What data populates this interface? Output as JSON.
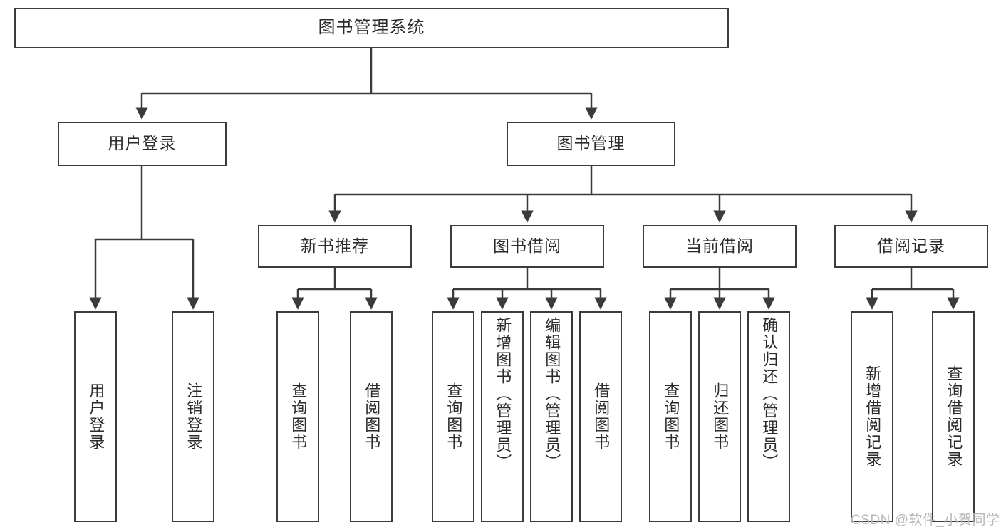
{
  "diagram": {
    "title": "图书管理系统",
    "type": "function-structure-tree",
    "nodes": {
      "root": {
        "label": "图书管理系统"
      },
      "level2": [
        {
          "id": "user-login",
          "label": "用户登录"
        },
        {
          "id": "book-manage",
          "label": "图书管理"
        }
      ],
      "level3": [
        {
          "id": "new-book-recommend",
          "label": "新书推荐"
        },
        {
          "id": "book-borrow",
          "label": "图书借阅"
        },
        {
          "id": "current-borrow",
          "label": "当前借阅"
        },
        {
          "id": "borrow-record",
          "label": "借阅记录"
        }
      ],
      "leaves": {
        "user-login": [
          {
            "id": "leaf-user-login",
            "label": "用户登录"
          },
          {
            "id": "leaf-user-logout",
            "label": "注销登录"
          }
        ],
        "new-book-recommend": [
          {
            "id": "leaf-query-book-1",
            "label": "查询图书"
          },
          {
            "id": "leaf-borrow-book-1",
            "label": "借阅图书"
          }
        ],
        "book-borrow": [
          {
            "id": "leaf-query-book-2",
            "label": "查询图书"
          },
          {
            "id": "leaf-add-book",
            "label": "新增图书（管理员）"
          },
          {
            "id": "leaf-edit-book",
            "label": "编辑图书（管理员）"
          },
          {
            "id": "leaf-borrow-book-2",
            "label": "借阅图书"
          }
        ],
        "current-borrow": [
          {
            "id": "leaf-query-book-3",
            "label": "查询图书"
          },
          {
            "id": "leaf-return-book",
            "label": "归还图书"
          },
          {
            "id": "leaf-confirm-return",
            "label": "确认归还（管理员）"
          }
        ],
        "borrow-record": [
          {
            "id": "leaf-add-record",
            "label": "新增借阅记录"
          },
          {
            "id": "leaf-query-record",
            "label": "查询借阅记录"
          }
        ]
      }
    },
    "style": {
      "border_color": "#3b3b3b",
      "fill_color": "#ffffff",
      "text_color": "#2b2b2b",
      "edge_color": "#3b3b3b",
      "background": "#ffffff"
    }
  },
  "watermark": {
    "text": "CSDN @软件_小贺同学",
    "color": "#b9b9b9"
  }
}
